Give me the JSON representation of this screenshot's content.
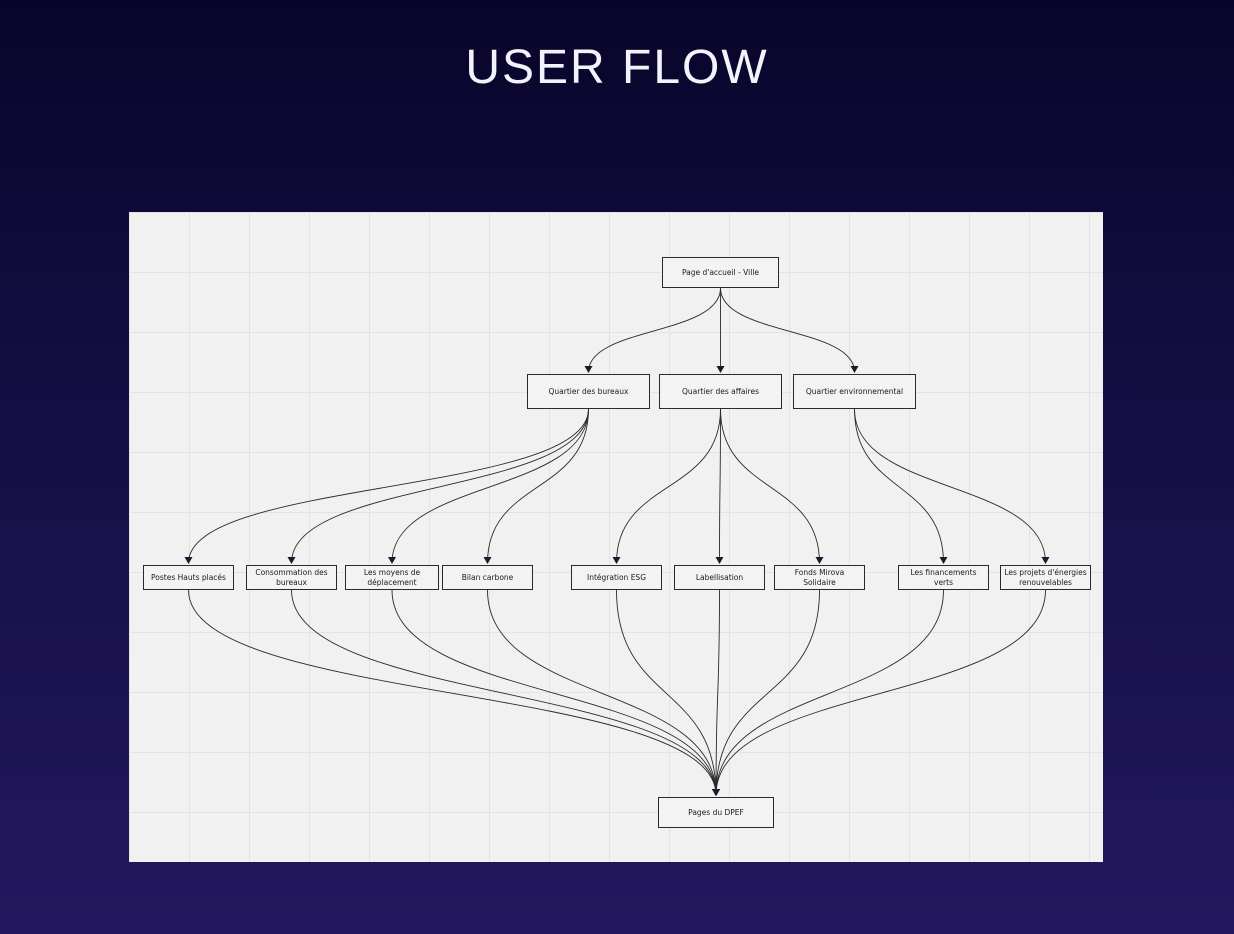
{
  "header": {
    "title": "USER FLOW"
  },
  "colors": {
    "background_top": "#08052a",
    "background_bottom": "#23185e",
    "board": "#f1f1f1",
    "stroke": "#2a2a2a",
    "title": "#f4f3fb"
  },
  "diagram": {
    "root": {
      "label": "Page d'accueil - Ville"
    },
    "sections": [
      {
        "id": "bureaux",
        "label": "Quartier des bureaux",
        "pages": [
          "Postes Hauts placés",
          "Consommation des bureaux",
          "Les moyens de déplacement",
          "Bilan carbone"
        ]
      },
      {
        "id": "affaires",
        "label": "Quartier des affaires",
        "pages": [
          "Intégration ESG",
          "Labellisation",
          "Fonds Mirova Solidaire"
        ]
      },
      {
        "id": "environnemental",
        "label": "Quartier environnemental",
        "pages": [
          "Les financements verts",
          "Les projets d'énergies renouvelables"
        ]
      }
    ],
    "target": {
      "label": "Pages du DPEF"
    }
  }
}
